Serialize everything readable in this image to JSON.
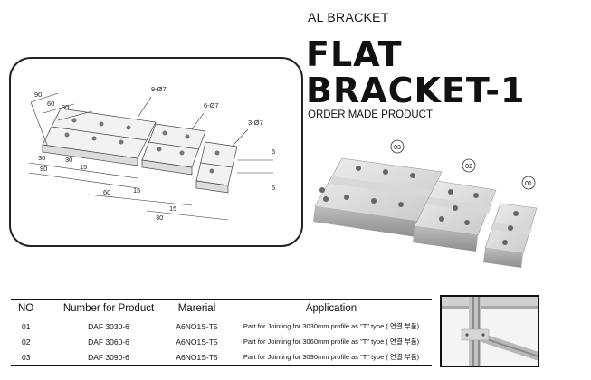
{
  "header": {
    "subtitle": "AL BRACKET",
    "title_line1": "FLAT",
    "title_line2": "BRACKET-1",
    "order_note": "ORDER MADE PRODUCT"
  },
  "diagram": {
    "labels": {
      "d90_top": "90",
      "d60_top": "60",
      "d30_top": "30",
      "d30_a": "30",
      "d90_bot": "90",
      "d30_b": "30",
      "d15_a": "15",
      "d60_bot": "60",
      "d15_b": "15",
      "d15_c": "15",
      "d30_c": "30",
      "thk5_a": "5",
      "thk5_b": "5",
      "hole_9": "9-Ø7",
      "hole_6": "6-Ø7",
      "hole_3": "3-Ø7"
    }
  },
  "photo": {
    "markers": [
      "03",
      "02",
      "01"
    ]
  },
  "table": {
    "headers": [
      "NO",
      "Number for Product",
      "Marerial",
      "Application"
    ],
    "rows": [
      {
        "no": "01",
        "product": "DAF 3030-6",
        "material": "A6NO1S-T5",
        "application": "Part for Jointing for 3030mm profile as \"T\" type ( 연결 부품)"
      },
      {
        "no": "02",
        "product": "DAF 3060-6",
        "material": "A6NO1S-T5",
        "application": "Part for Jointing for 3060mm profile as \"T\" type ( 연결 부품)"
      },
      {
        "no": "03",
        "product": "DAF 3090-6",
        "material": "A6NO1S-T5",
        "application": "Part for Jointing for 3090mm profile as \"T\" type ( 연결 부품)"
      }
    ]
  },
  "colors": {
    "metal_light": "#e4e4e4",
    "metal_mid": "#c8c8c8",
    "metal_dark": "#9a9a9a",
    "hole": "#5a5a5a"
  }
}
